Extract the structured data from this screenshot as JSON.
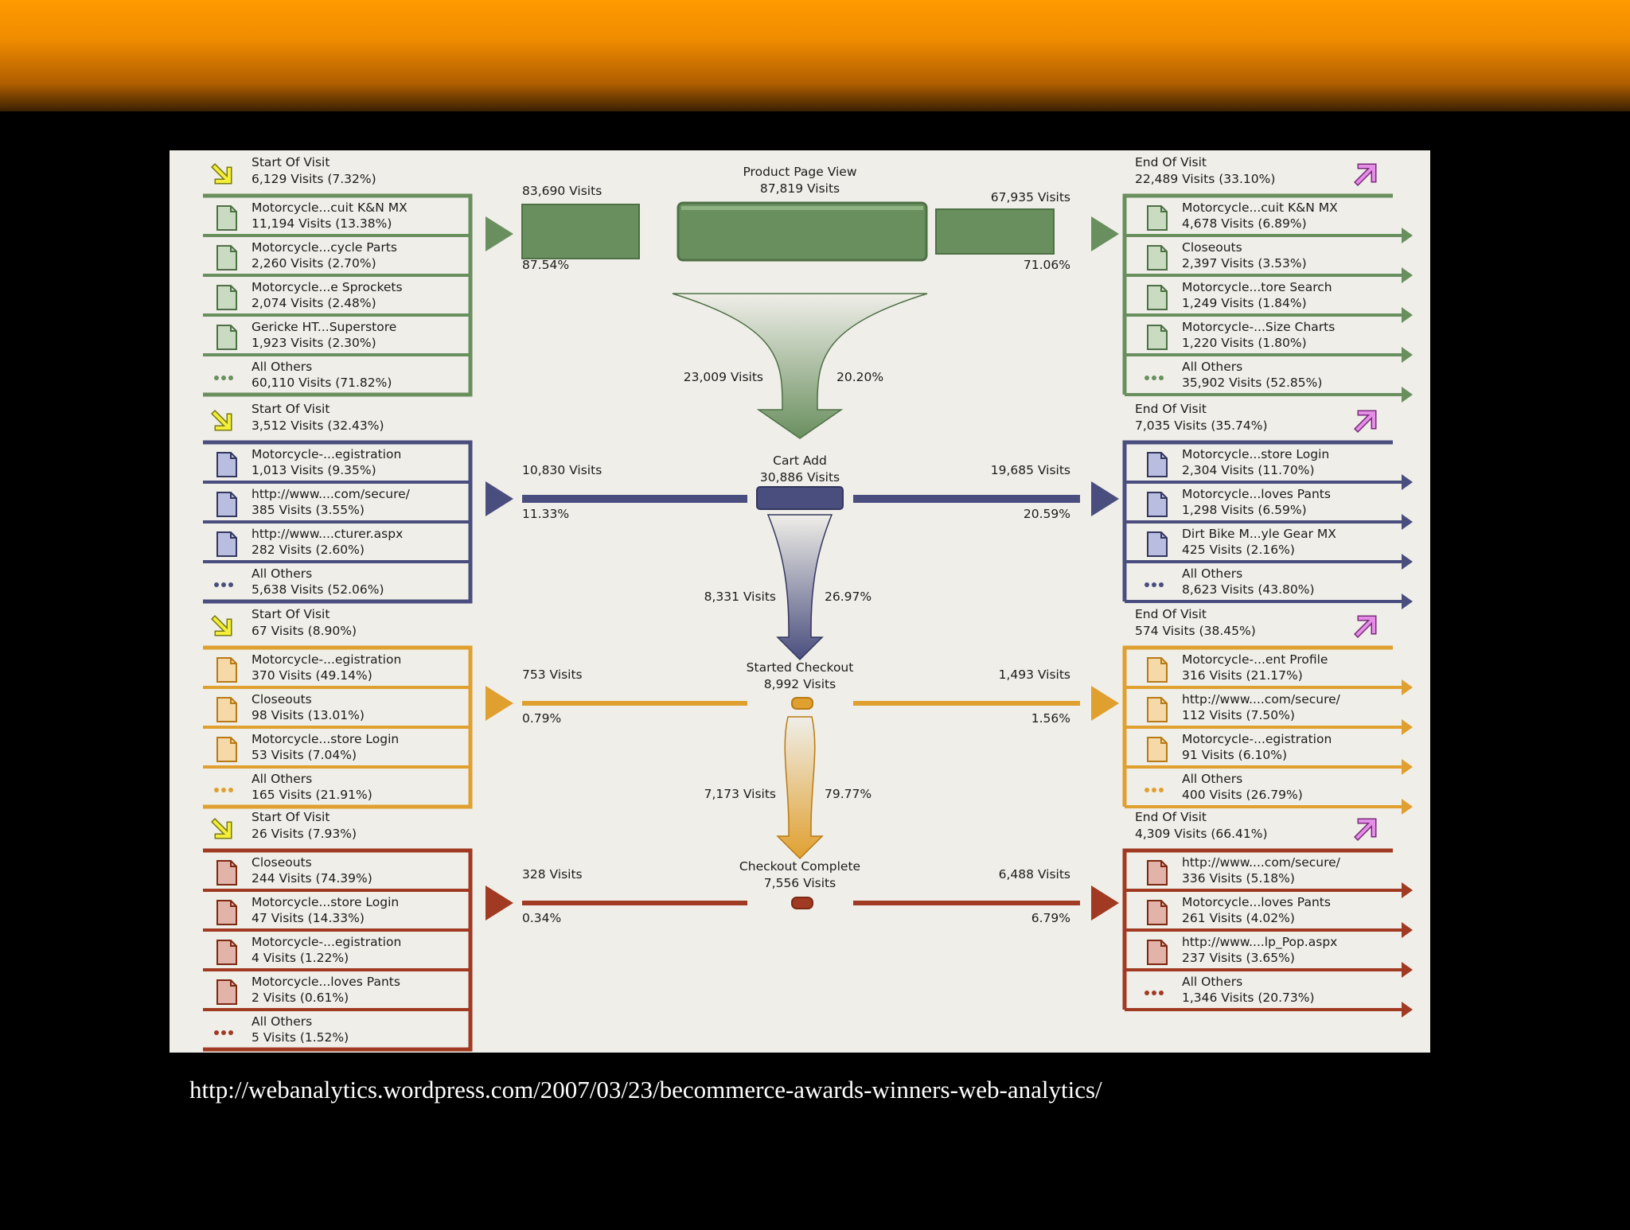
{
  "source_url": "http://webanalytics.wordpress.com/2007/03/23/becommerce-awards-winners-web-analytics/",
  "colors": {
    "green": "#6a8f5f",
    "navy": "#4a4e7e",
    "orange": "#e0a030",
    "red": "#a13a22",
    "banner": "#f59300",
    "panel": "#efeee8"
  },
  "stages": [
    {
      "name": "Product Page View",
      "visits": "87,819 Visits",
      "in_visits": "83,690 Visits",
      "in_pct": "87.54%",
      "out_visits": "67,935 Visits",
      "out_pct": "71.06%",
      "start": {
        "title": "Start Of Visit",
        "value": "6,129 Visits (7.32%)"
      },
      "sources": [
        {
          "name": "Motorcycle...cuit K&N MX",
          "value": "11,194 Visits (13.38%)",
          "icon": "page-icon"
        },
        {
          "name": "Motorcycle...cycle Parts",
          "value": "2,260 Visits (2.70%)",
          "icon": "page-icon"
        },
        {
          "name": "Motorcycle...e Sprockets",
          "value": "2,074 Visits (2.48%)",
          "icon": "page-icon"
        },
        {
          "name": "Gericke HT...Superstore",
          "value": "1,923 Visits (2.30%)",
          "icon": "page-icon"
        },
        {
          "name": "All Others",
          "value": "60,110 Visits (71.82%)",
          "icon": "more-icon"
        }
      ],
      "end": {
        "title": "End Of Visit",
        "value": "22,489 Visits (33.10%)"
      },
      "exits": [
        {
          "name": "Motorcycle...cuit K&N MX",
          "value": "4,678 Visits (6.89%)",
          "icon": "page-icon"
        },
        {
          "name": "Closeouts",
          "value": "2,397 Visits (3.53%)",
          "icon": "page-icon"
        },
        {
          "name": "Motorcycle...tore Search",
          "value": "1,249 Visits (1.84%)",
          "icon": "page-icon"
        },
        {
          "name": "Motorcycle-...Size Charts",
          "value": "1,220 Visits (1.80%)",
          "icon": "page-icon"
        },
        {
          "name": "All Others",
          "value": "35,902 Visits (52.85%)",
          "icon": "more-icon"
        }
      ],
      "funnel": {
        "visits": "23,009 Visits",
        "pct": "20.20%"
      }
    },
    {
      "name": "Cart Add",
      "visits": "30,886 Visits",
      "in_visits": "10,830 Visits",
      "in_pct": "11.33%",
      "out_visits": "19,685 Visits",
      "out_pct": "20.59%",
      "start": {
        "title": "Start Of Visit",
        "value": "3,512 Visits (32.43%)"
      },
      "sources": [
        {
          "name": "Motorcycle-...egistration",
          "value": "1,013 Visits (9.35%)",
          "icon": "page-icon"
        },
        {
          "name": "http://www....com/secure/",
          "value": "385 Visits (3.55%)",
          "icon": "page-icon"
        },
        {
          "name": "http://www....cturer.aspx",
          "value": "282 Visits (2.60%)",
          "icon": "page-icon"
        },
        {
          "name": "All Others",
          "value": "5,638 Visits (52.06%)",
          "icon": "more-icon"
        }
      ],
      "end": {
        "title": "End Of Visit",
        "value": "7,035 Visits (35.74%)"
      },
      "exits": [
        {
          "name": "Motorcycle...store Login",
          "value": "2,304 Visits (11.70%)",
          "icon": "page-icon"
        },
        {
          "name": "Motorcycle...loves Pants",
          "value": "1,298 Visits (6.59%)",
          "icon": "page-icon"
        },
        {
          "name": "Dirt Bike M...yle Gear MX",
          "value": "425 Visits (2.16%)",
          "icon": "page-icon"
        },
        {
          "name": "All Others",
          "value": "8,623 Visits (43.80%)",
          "icon": "more-icon"
        }
      ],
      "funnel": {
        "visits": "8,331 Visits",
        "pct": "26.97%"
      }
    },
    {
      "name": "Started Checkout",
      "visits": "8,992 Visits",
      "in_visits": "753 Visits",
      "in_pct": "0.79%",
      "out_visits": "1,493 Visits",
      "out_pct": "1.56%",
      "start": {
        "title": "Start Of Visit",
        "value": "67 Visits (8.90%)"
      },
      "sources": [
        {
          "name": "Motorcycle-...egistration",
          "value": "370 Visits (49.14%)",
          "icon": "page-icon"
        },
        {
          "name": "Closeouts",
          "value": "98 Visits (13.01%)",
          "icon": "page-icon"
        },
        {
          "name": "Motorcycle...store Login",
          "value": "53 Visits (7.04%)",
          "icon": "page-icon"
        },
        {
          "name": "All Others",
          "value": "165 Visits (21.91%)",
          "icon": "more-icon"
        }
      ],
      "end": {
        "title": "End Of Visit",
        "value": "574 Visits (38.45%)"
      },
      "exits": [
        {
          "name": "Motorcycle-...ent Profile",
          "value": "316 Visits (21.17%)",
          "icon": "page-icon"
        },
        {
          "name": "http://www....com/secure/",
          "value": "112 Visits (7.50%)",
          "icon": "page-icon"
        },
        {
          "name": "Motorcycle-...egistration",
          "value": "91 Visits (6.10%)",
          "icon": "page-icon"
        },
        {
          "name": "All Others",
          "value": "400 Visits (26.79%)",
          "icon": "more-icon"
        }
      ],
      "funnel": {
        "visits": "7,173 Visits",
        "pct": "79.77%"
      }
    },
    {
      "name": "Checkout Complete",
      "visits": "7,556 Visits",
      "in_visits": "328 Visits",
      "in_pct": "0.34%",
      "out_visits": "6,488 Visits",
      "out_pct": "6.79%",
      "start": {
        "title": "Start Of Visit",
        "value": "26 Visits (7.93%)"
      },
      "sources": [
        {
          "name": "Closeouts",
          "value": "244 Visits (74.39%)",
          "icon": "page-icon"
        },
        {
          "name": "Motorcycle...store Login",
          "value": "47 Visits (14.33%)",
          "icon": "page-icon"
        },
        {
          "name": "Motorcycle-...egistration",
          "value": "4 Visits (1.22%)",
          "icon": "page-icon"
        },
        {
          "name": "Motorcycle...loves Pants",
          "value": "2 Visits (0.61%)",
          "icon": "page-icon"
        },
        {
          "name": "All Others",
          "value": "5 Visits (1.52%)",
          "icon": "more-icon"
        }
      ],
      "end": {
        "title": "End Of Visit",
        "value": "4,309 Visits (66.41%)"
      },
      "exits": [
        {
          "name": "http://www....com/secure/",
          "value": "336 Visits (5.18%)",
          "icon": "page-icon"
        },
        {
          "name": "Motorcycle...loves Pants",
          "value": "261 Visits (4.02%)",
          "icon": "page-icon"
        },
        {
          "name": "http://www....lp_Pop.aspx",
          "value": "237 Visits (3.65%)",
          "icon": "page-icon"
        },
        {
          "name": "All Others",
          "value": "1,346 Visits (20.73%)",
          "icon": "more-icon"
        }
      ]
    }
  ]
}
